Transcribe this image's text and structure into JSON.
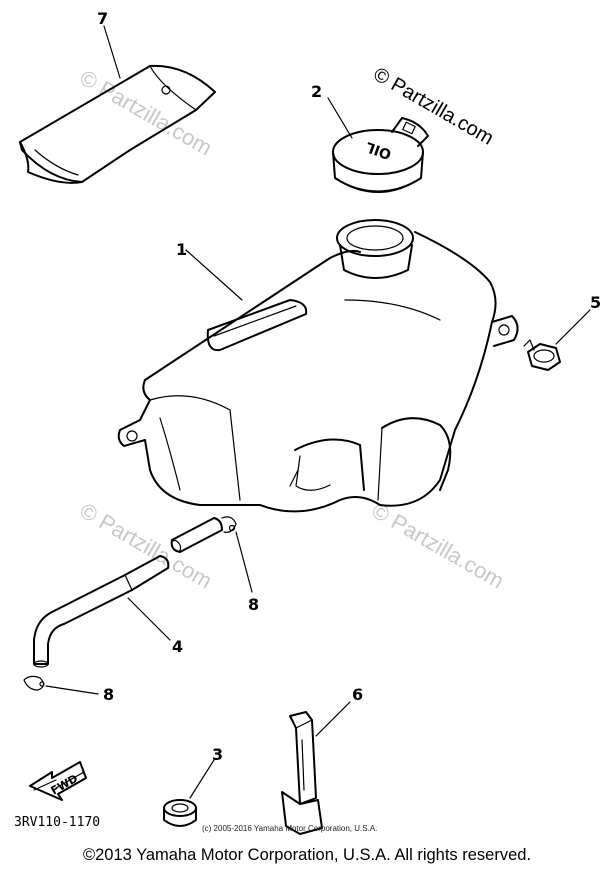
{
  "watermarks": {
    "main": "© Partzilla.com",
    "faint": "© Partzilla.com"
  },
  "callouts": {
    "tank": "1",
    "cap": "2",
    "grommet": "3",
    "hose": "4",
    "bolt": "5",
    "strap": "6",
    "cover": "7",
    "clip_upper": "8",
    "clip_lower": "8"
  },
  "cap_text": "OIL",
  "fwd_label": "FWD",
  "diagram_code": "3RV110-1170",
  "small_copyright": "(c) 2005-2016 Yamaha Motor Corporation, U.S.A.",
  "copyright": "©2013 Yamaha Motor Corporation, U.S.A. All rights reserved."
}
